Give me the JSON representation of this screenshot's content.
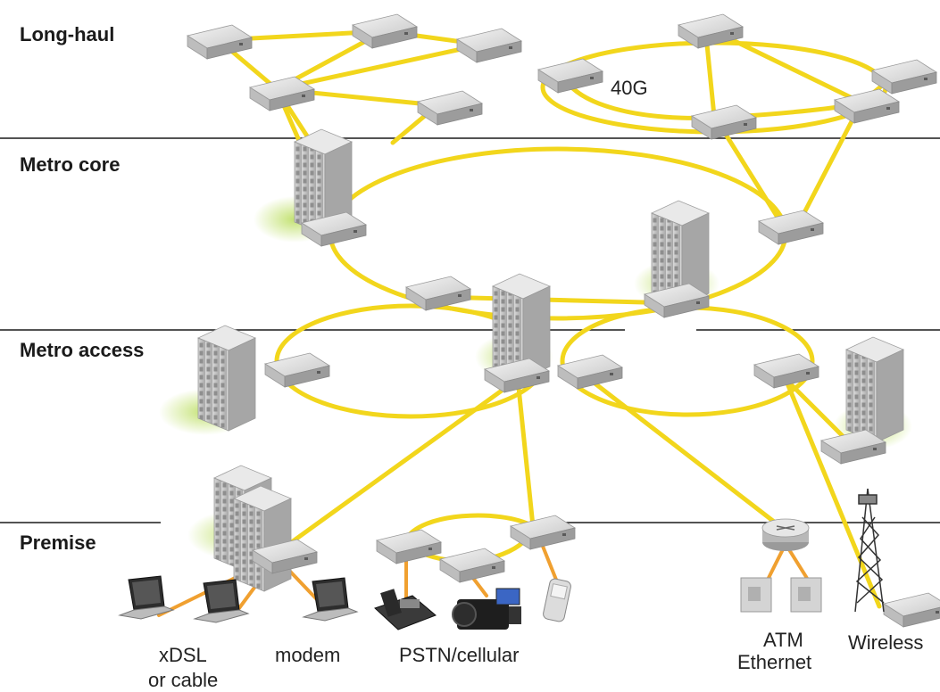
{
  "tiers": {
    "long_haul": "Long-haul",
    "metro_core": "Metro core",
    "metro_access": "Metro access",
    "premise": "Premise"
  },
  "ring_speed": "40G",
  "endpoints": {
    "xdsl_line1": "xDSL",
    "xdsl_line2": "or cable",
    "modem": "modem",
    "pstn": "PSTN/cellular",
    "atm_line1": "ATM",
    "atm_line2": "Ethernet",
    "wireless": "Wireless"
  },
  "colors": {
    "link": "#f2d61c",
    "access_link": "#f0a030",
    "glow": "#b9dd5a",
    "divider": "#1a1a1a"
  }
}
